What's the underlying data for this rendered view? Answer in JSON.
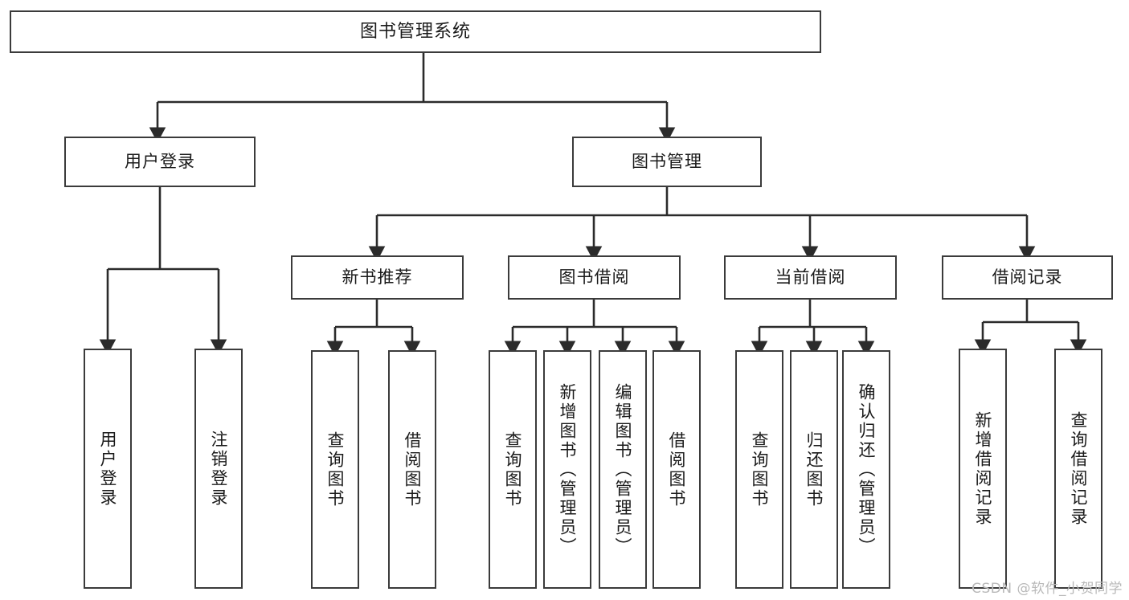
{
  "diagram": {
    "type": "tree",
    "title": "图书管理系统",
    "watermark": "CSDN @软件_小贺同学",
    "colors": {
      "box_border": "#3b3b3b",
      "box_fill": "#ffffff",
      "connector": "#2b2b2b",
      "text": "#1a1a1a",
      "watermark": "#b9b9b9",
      "background": "#ffffff"
    },
    "root": {
      "id": "root",
      "label": "图书管理系统"
    },
    "level1": [
      {
        "id": "user-login",
        "label": "用户登录"
      },
      {
        "id": "book-manage",
        "label": "图书管理"
      }
    ],
    "level2": [
      {
        "id": "new-book-recommend",
        "label": "新书推荐",
        "parent": "book-manage"
      },
      {
        "id": "book-borrow",
        "label": "图书借阅",
        "parent": "book-manage"
      },
      {
        "id": "current-borrow",
        "label": "当前借阅",
        "parent": "book-manage"
      },
      {
        "id": "borrow-record",
        "label": "借阅记录",
        "parent": "book-manage"
      }
    ],
    "leaves": [
      {
        "id": "leaf-user-login",
        "label": "用户登录",
        "parent": "user-login"
      },
      {
        "id": "leaf-logout",
        "label": "注销登录",
        "parent": "user-login"
      },
      {
        "id": "leaf-query-book-1",
        "label": "查询图书",
        "parent": "new-book-recommend"
      },
      {
        "id": "leaf-borrow-book-1",
        "label": "借阅图书",
        "parent": "new-book-recommend"
      },
      {
        "id": "leaf-query-book-2",
        "label": "查询图书",
        "parent": "book-borrow"
      },
      {
        "id": "leaf-add-book",
        "label": "新增图书（管理员）",
        "parent": "book-borrow"
      },
      {
        "id": "leaf-edit-book",
        "label": "编辑图书（管理员）",
        "parent": "book-borrow"
      },
      {
        "id": "leaf-borrow-book-2",
        "label": "借阅图书",
        "parent": "book-borrow"
      },
      {
        "id": "leaf-query-book-3",
        "label": "查询图书",
        "parent": "current-borrow"
      },
      {
        "id": "leaf-return-book",
        "label": "归还图书",
        "parent": "current-borrow"
      },
      {
        "id": "leaf-confirm-return",
        "label": "确认归还（管理员）",
        "parent": "current-borrow"
      },
      {
        "id": "leaf-add-record",
        "label": "新增借阅记录",
        "parent": "borrow-record"
      },
      {
        "id": "leaf-query-record",
        "label": "查询借阅记录",
        "parent": "borrow-record"
      }
    ]
  }
}
